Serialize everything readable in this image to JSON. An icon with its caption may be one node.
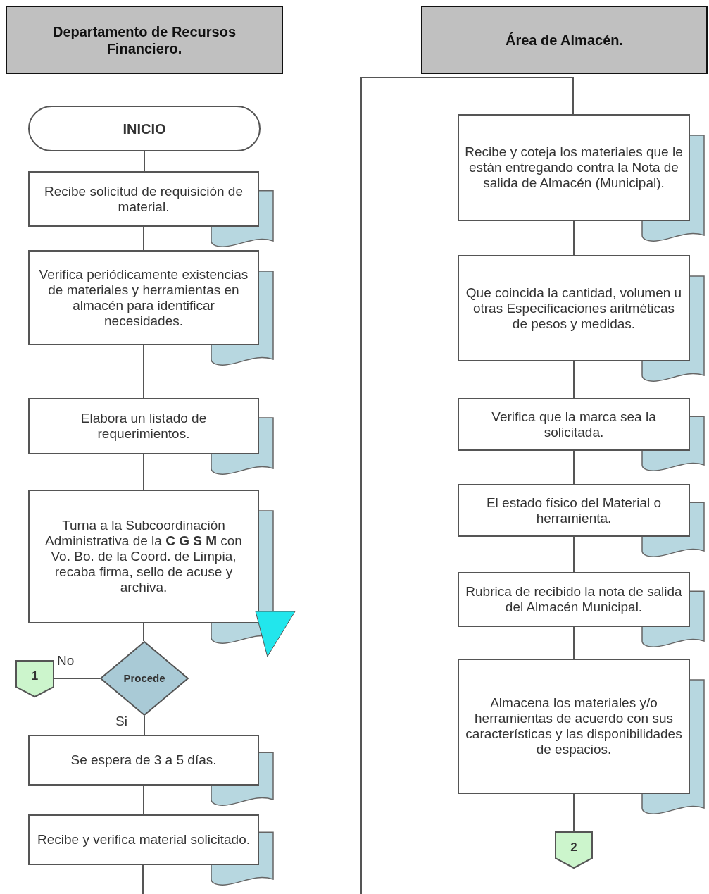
{
  "diagram": {
    "nodes": [
      {
        "text": [
          "Departamento de Recursos Financiero."
        ]
      },
      {
        "text": [
          "Área de Almacén."
        ]
      },
      {
        "text": [
          "INICIO"
        ]
      },
      {
        "text": [
          "Recibe solicitud de requisición de material."
        ]
      },
      {
        "text": [
          "Verifica periódicamente existencias de materiales y herramientas en almacén para identificar necesidades."
        ]
      },
      {
        "text": [
          "Elabora un listado de requerimientos."
        ]
      },
      {
        "text": [
          "Turna a la Subcoordinación Administrativa de la **C G S M** con Vo. Bo. de la Coord. de Limpia, recaba firma, sello de acuse y archiva."
        ]
      },
      {
        "text": [],
        "shape": "triangle"
      },
      {
        "text": [
          "1"
        ]
      },
      {
        "text": [
          "Procede"
        ]
      },
      {
        "text": [
          "Se espera de 3 a 5 días."
        ]
      },
      {
        "text": [
          "Recibe y verifica material solicitado."
        ]
      },
      {
        "text": [
          "Recibe y coteja los materiales que le están entregando contra la Nota de salida de Almacén (Municipal)."
        ]
      },
      {
        "text": [
          "Que coincida la cantidad, volumen u otras Especificaciones aritméticas de pesos y medidas."
        ]
      },
      {
        "text": [
          "Verifica que la marca sea la solicitada."
        ]
      },
      {
        "text": [
          "El estado físico del Material o herramienta."
        ]
      },
      {
        "text": [
          "Rubrica de recibido la nota de salida del Almacén Municipal."
        ]
      },
      {
        "text": [
          "Almacena los materiales y/o herramientas de acuerdo con sus características y las disponibilidades de espacios."
        ]
      },
      {
        "text": [
          "2"
        ]
      }
    ],
    "edges": [
      {
        "from": 2,
        "to": 3,
        "arrow": "none"
      },
      {
        "from": 3,
        "to": 4,
        "arrow": "none"
      },
      {
        "from": 4,
        "to": 5,
        "arrow": "none"
      },
      {
        "from": 5,
        "to": 6,
        "arrow": "none"
      },
      {
        "from": 6,
        "to": 9,
        "arrow": "none"
      },
      {
        "from": 9,
        "to": 8,
        "arrow": "none",
        "label": "No"
      },
      {
        "from": 9,
        "to": 10,
        "arrow": "none",
        "label": "Si"
      },
      {
        "from": 10,
        "to": 11,
        "arrow": "none"
      },
      {
        "from": 11,
        "to": null,
        "arrow": "none"
      },
      {
        "from": null,
        "to": 12,
        "arrow": "none"
      },
      {
        "from": 12,
        "to": 13,
        "arrow": "none"
      },
      {
        "from": 13,
        "to": 14,
        "arrow": "none"
      },
      {
        "from": 14,
        "to": 15,
        "arrow": "none"
      },
      {
        "from": 15,
        "to": 16,
        "arrow": "none"
      },
      {
        "from": 16,
        "to": 17,
        "arrow": "none"
      },
      {
        "from": 17,
        "to": 18,
        "arrow": "none"
      }
    ]
  }
}
